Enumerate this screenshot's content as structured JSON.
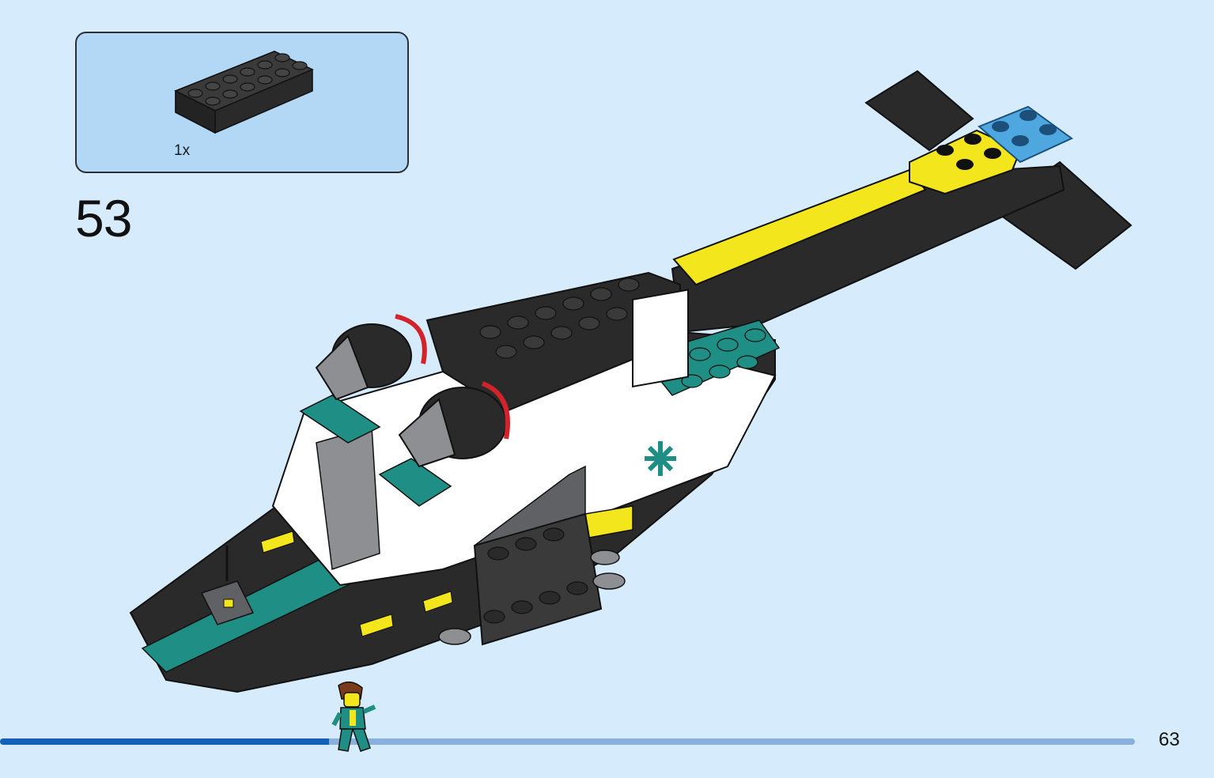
{
  "parts_callout": {
    "items": [
      {
        "quantity": "1x",
        "part": "black 2x6 brick",
        "color": "#2a2a2a"
      }
    ]
  },
  "step": {
    "number": "53"
  },
  "progress": {
    "fraction": 0.29,
    "fill_color": "#1462b8",
    "track_color": "#8ab0e0"
  },
  "page": {
    "number": "63"
  },
  "model": {
    "colors": {
      "black": "#2a2a2a",
      "teal": "#1f8f86",
      "yellow": "#f4e61c",
      "white": "#ffffff",
      "gray": "#8d8f92",
      "trans_blue": "#4fa7e0",
      "red": "#d2222a"
    }
  }
}
